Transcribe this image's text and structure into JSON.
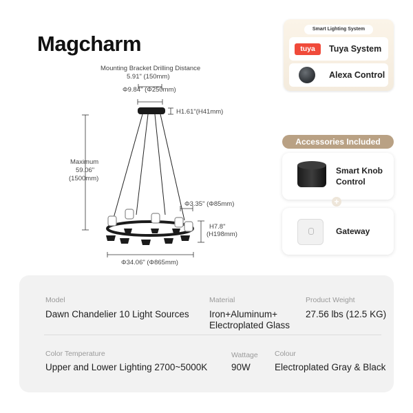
{
  "brand": "Magcharm",
  "dimensions": {
    "bracket_label": "Mounting Bracket Drilling Distance",
    "bracket_value": "5.91\" (150mm)",
    "canopy_diameter": "Φ9.84\" (Φ250mm)",
    "canopy_height": "H1.61\"(H41mm)",
    "max_label": "Maximum",
    "max_in": "59.06\"",
    "max_mm": "(1500mm)",
    "shade_diameter": "Φ3.35\" (Φ85mm)",
    "body_height_in": "H7.8\"",
    "body_height_mm": "(H198mm)",
    "ring_diameter": "Φ34.06\" (Φ865mm)"
  },
  "smart_system": {
    "tag": "Smart Lighting System",
    "items": [
      {
        "logo_text": "tuya",
        "label": "Tuya System"
      },
      {
        "label": "Alexa Control"
      }
    ]
  },
  "accessories": {
    "title": "Accessories Included",
    "items": [
      {
        "line1": "Smart Knob",
        "line2": "Control"
      },
      {
        "line1": "Gateway"
      }
    ]
  },
  "specs": {
    "model_label": "Model",
    "model_value": "Dawn Chandelier 10 Light Sources",
    "material_label": "Material",
    "material_line1": "Iron+Aluminum+",
    "material_line2": "Electroplated Glass",
    "weight_label": "Product Weight",
    "weight_value": "27.56 lbs (12.5 KG)",
    "color_temp_label": "Color Temperature",
    "color_temp_value": "Upper and Lower Lighting 2700~5000K",
    "wattage_label": "Wattage",
    "wattage_value": "90W",
    "colour_label": "Colour",
    "colour_value": "Electroplated Gray & Black"
  },
  "colors": {
    "accent_pill": "#b9a184",
    "tuya_red": "#f04a3a",
    "panel_bg": "#f2f2f2"
  }
}
